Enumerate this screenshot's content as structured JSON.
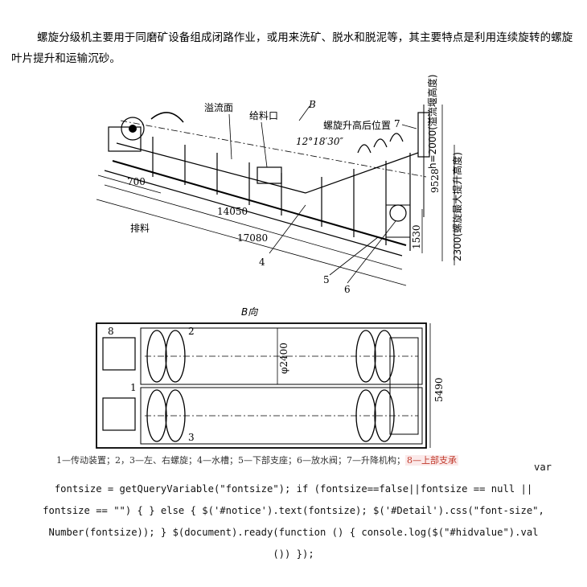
{
  "intro_text": "螺旋分级机主要用于同磨矿设备组成闭路作业，或用来洗矿、脱水和脱泥等，其主要特点是利用连续旋转的螺旋叶片提升和运输沉砂。",
  "figure": {
    "side_view": {
      "labels": {
        "overflow_surface": "溢流面",
        "feed_port": "给料口",
        "direction_b": "B",
        "angle": "12°18′30″",
        "lift_position": "螺旋升高后位置",
        "part7": "7",
        "discharge": "排料",
        "part4": "4",
        "part5": "5",
        "part6": "6"
      },
      "dimensions": {
        "d700": "700",
        "d14050": "14050",
        "d17080": "17080",
        "d1530": "1530",
        "d9528": "9528",
        "h2000": "h=2000(溢流堰高度)",
        "d2300": "2300(螺旋最大提升高度)"
      }
    },
    "plan_view": {
      "title": "B向",
      "labels": {
        "part8": "8",
        "part2": "2",
        "part1": "1",
        "part3": "3"
      },
      "dimensions": {
        "phi2400": "φ2400",
        "d5490": "5490"
      }
    }
  },
  "legend": {
    "text": "1—传动装置；2，3—左、右螺旋；4—水槽；5—下部支座；6—放水阀；7—升降机构；",
    "tail": "8—上部支承"
  },
  "code_lines": [
    "var",
    "fontsize = getQueryVariable(\"fontsize\"); if (fontsize==false||fontsize == null ||",
    "fontsize == \"\") { } else { $('#notice').text(fontsize); $('#Detail').css(\"font-size\",",
    "Number(fontsize)); } $(document).ready(function () { console.log($(\"#hidvalue\").val",
    "()) });"
  ]
}
